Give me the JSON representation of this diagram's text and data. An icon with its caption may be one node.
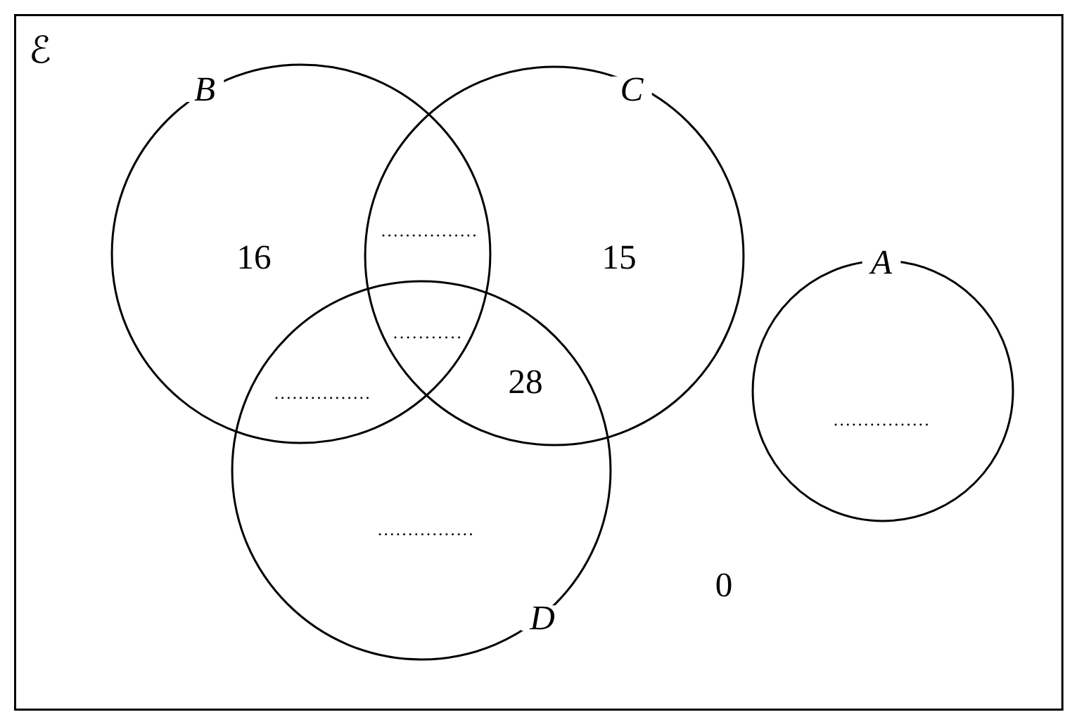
{
  "diagram": {
    "nodes": [
      {
        "text": [
          "ℰ"
        ]
      },
      {
        "text": [
          "B"
        ],
        "in": 0
      },
      {
        "text": [
          "C"
        ],
        "in": 0
      },
      {
        "text": [
          "A"
        ],
        "in": 0
      },
      {
        "text": [
          "D"
        ],
        "in": 0
      }
    ],
    "labels": [
      "16",
      "15",
      "28",
      "0"
    ]
  }
}
